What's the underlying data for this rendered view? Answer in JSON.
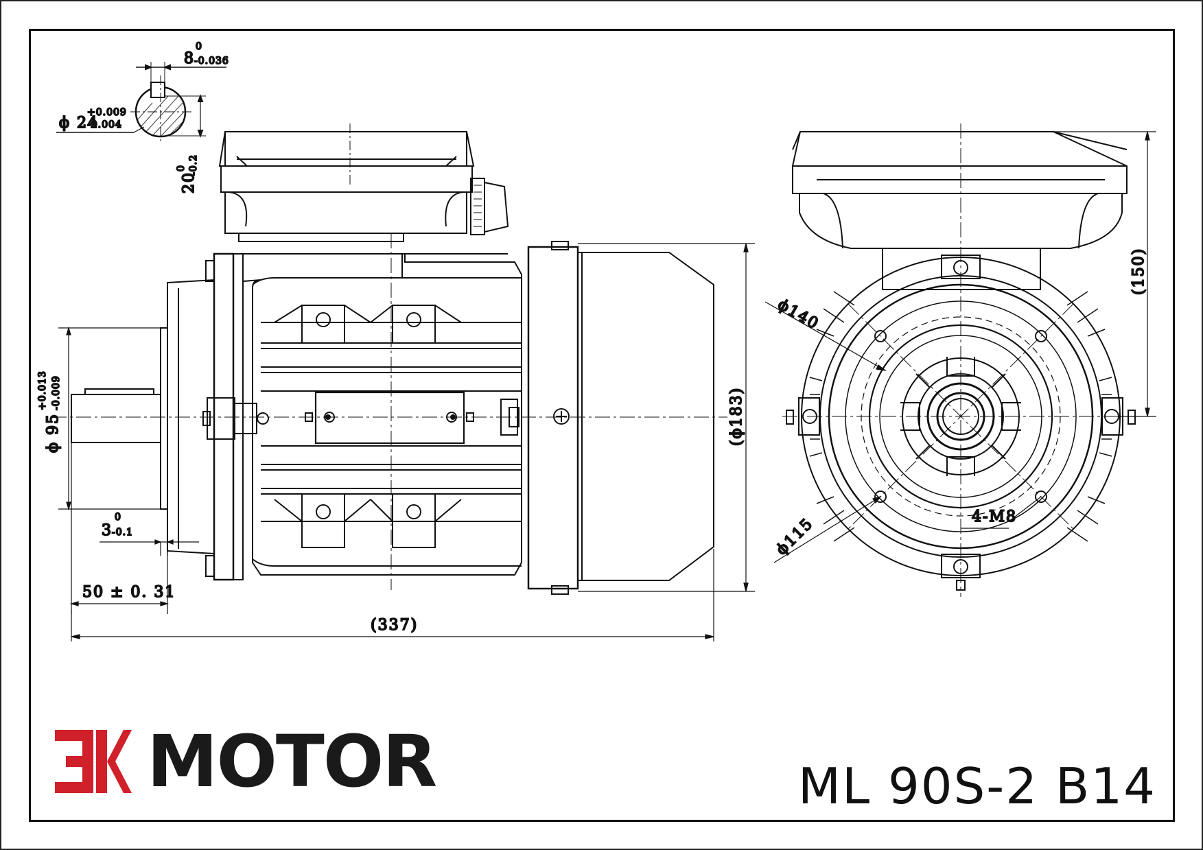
{
  "brand": {
    "logo_mark": "EK",
    "name": "MOTOR",
    "accent": "#d0202a"
  },
  "model": "ML 90S-2 B14",
  "dimensions": {
    "keyway_width": "8",
    "keyway_width_tol_upper": "0",
    "keyway_width_tol_lower": "-0.036",
    "shaft_dia_prefix": "ϕ 24",
    "shaft_dia_tol_upper": "+0.009",
    "shaft_dia_tol_lower": "-0.004",
    "key_height": "20",
    "key_height_tol_upper": "0",
    "key_height_tol_lower": "-0.2",
    "spigot_dia_prefix": "ϕ 95",
    "spigot_dia_tol_upper": "+0.013",
    "spigot_dia_tol_lower": "-0.009",
    "spigot_depth": "3",
    "spigot_depth_tol_upper": "0",
    "spigot_depth_tol_lower": "-0.1",
    "shaft_length": "50 ± 0. 31",
    "overall_length": "(337)",
    "fan_cover_dia": "(ϕ183)",
    "height_to_box": "(150)",
    "pcd_outer": "ϕ140",
    "pcd_inner": "ϕ115",
    "bolt_spec": "4-M8"
  }
}
